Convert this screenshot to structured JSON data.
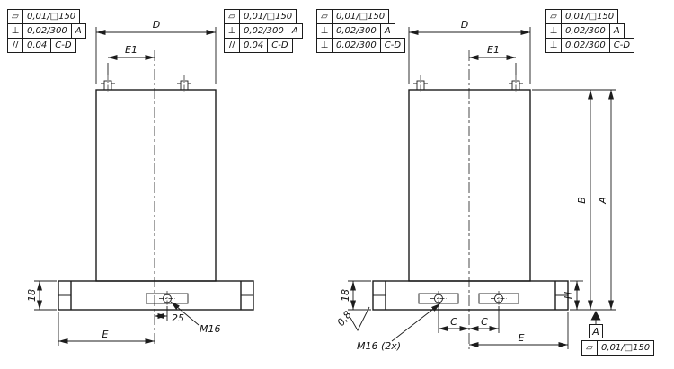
{
  "drawing": {
    "background": "#ffffff",
    "ink": "#1c1c1c"
  },
  "labels": {
    "left": {
      "d": "D",
      "e1": "E1",
      "e": "E",
      "t18": "18",
      "n25": "25",
      "m16": "M16"
    },
    "right": {
      "d": "D",
      "e1": "E1",
      "e": "E",
      "t18": "18",
      "b": "B",
      "a": "A",
      "h": "H",
      "c1": "C",
      "c2": "C",
      "m16": "M16 (2x)",
      "roughness": "0,8"
    }
  },
  "datum": {
    "label": "A"
  },
  "fcf": {
    "left_a": {
      "rows": [
        {
          "sym": "▱",
          "val": "0,01/□150",
          "ref": ""
        },
        {
          "sym": "⊥",
          "val": "0,02/300",
          "ref": "A"
        },
        {
          "sym": "//",
          "val": "0,04",
          "ref": "C-D"
        }
      ]
    },
    "left_b": {
      "rows": [
        {
          "sym": "▱",
          "val": "0,01/□150",
          "ref": ""
        },
        {
          "sym": "⊥",
          "val": "0,02/300",
          "ref": "A"
        },
        {
          "sym": "//",
          "val": "0,04",
          "ref": "C-D"
        }
      ]
    },
    "right_a": {
      "rows": [
        {
          "sym": "▱",
          "val": "0,01/□150",
          "ref": ""
        },
        {
          "sym": "⊥",
          "val": "0,02/300",
          "ref": "A"
        },
        {
          "sym": "⊥",
          "val": "0,02/300",
          "ref": "C-D"
        }
      ]
    },
    "right_b": {
      "rows": [
        {
          "sym": "▱",
          "val": "0,01/□150",
          "ref": ""
        },
        {
          "sym": "⊥",
          "val": "0,02/300",
          "ref": "A"
        },
        {
          "sym": "⊥",
          "val": "0,02/300",
          "ref": "C-D"
        }
      ]
    },
    "right_bottom": {
      "rows": [
        {
          "sym": "▱",
          "val": "0,01/□150",
          "ref": ""
        }
      ]
    }
  }
}
